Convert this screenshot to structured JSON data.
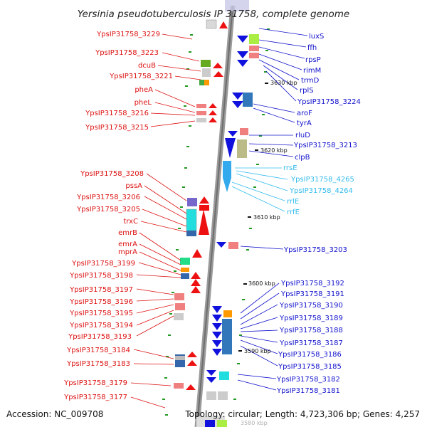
{
  "title": "Yersinia pseudotuberculosis IP 31758, complete genome",
  "accession": "Accession: NC_009708",
  "topology": "Topology: circular; Length: 4,723,306 bp; Genes: 4,257",
  "colors": {
    "left_labels": "#dd1111",
    "right_labels": "#1111cc",
    "rna_labels": "#33bbee",
    "backbone": "#8a8a8a",
    "tick_marks": "#229922"
  },
  "scale_ticks": [
    "3630 kbp",
    "3620 kbp",
    "3610 kbp",
    "3600 kbp",
    "3590 kbp",
    "3580 kbp"
  ],
  "left_genes": [
    "YpsIP31758_3229",
    "YpsIP31758_3223",
    "dcuB",
    "YpsIP31758_3221",
    "pheA",
    "pheL",
    "YpsIP31758_3216",
    "YpsIP31758_3215",
    "YpsIP31758_3208",
    "pssA",
    "YpsIP31758_3206",
    "YpsIP31758_3205",
    "trxC",
    "emrB",
    "emrA",
    "mprA",
    "YpsIP31758_3199",
    "YpsIP31758_3198",
    "YpsIP31758_3197",
    "YpsIP31758_3196",
    "YpsIP31758_3195",
    "YpsIP31758_3194",
    "YpsIP31758_3193",
    "YpsIP31758_3184",
    "YpsIP31758_3183",
    "YpsIP31758_3179",
    "YpsIP31758_3177"
  ],
  "right_genes": [
    "luxS",
    "ffh",
    "rpsP",
    "rimM",
    "trmD",
    "rplS",
    "YpsIP31758_3224",
    "aroF",
    "tyrA",
    "rluD",
    "YpsIP31758_3213",
    "clpB",
    "YpsIP31758_3203",
    "YpsIP31758_3192",
    "YpsIP31758_3191",
    "YpsIP31758_3190",
    "YpsIP31758_3189",
    "YpsIP31758_3188",
    "YpsIP31758_3187",
    "YpsIP31758_3186",
    "YpsIP31758_3185",
    "YpsIP31758_3182",
    "YpsIP31758_3181"
  ],
  "rna_genes": [
    "rrsE",
    "YpsIP31758_4265",
    "YpsIP31758_4264",
    "rrlE",
    "rrfE"
  ]
}
